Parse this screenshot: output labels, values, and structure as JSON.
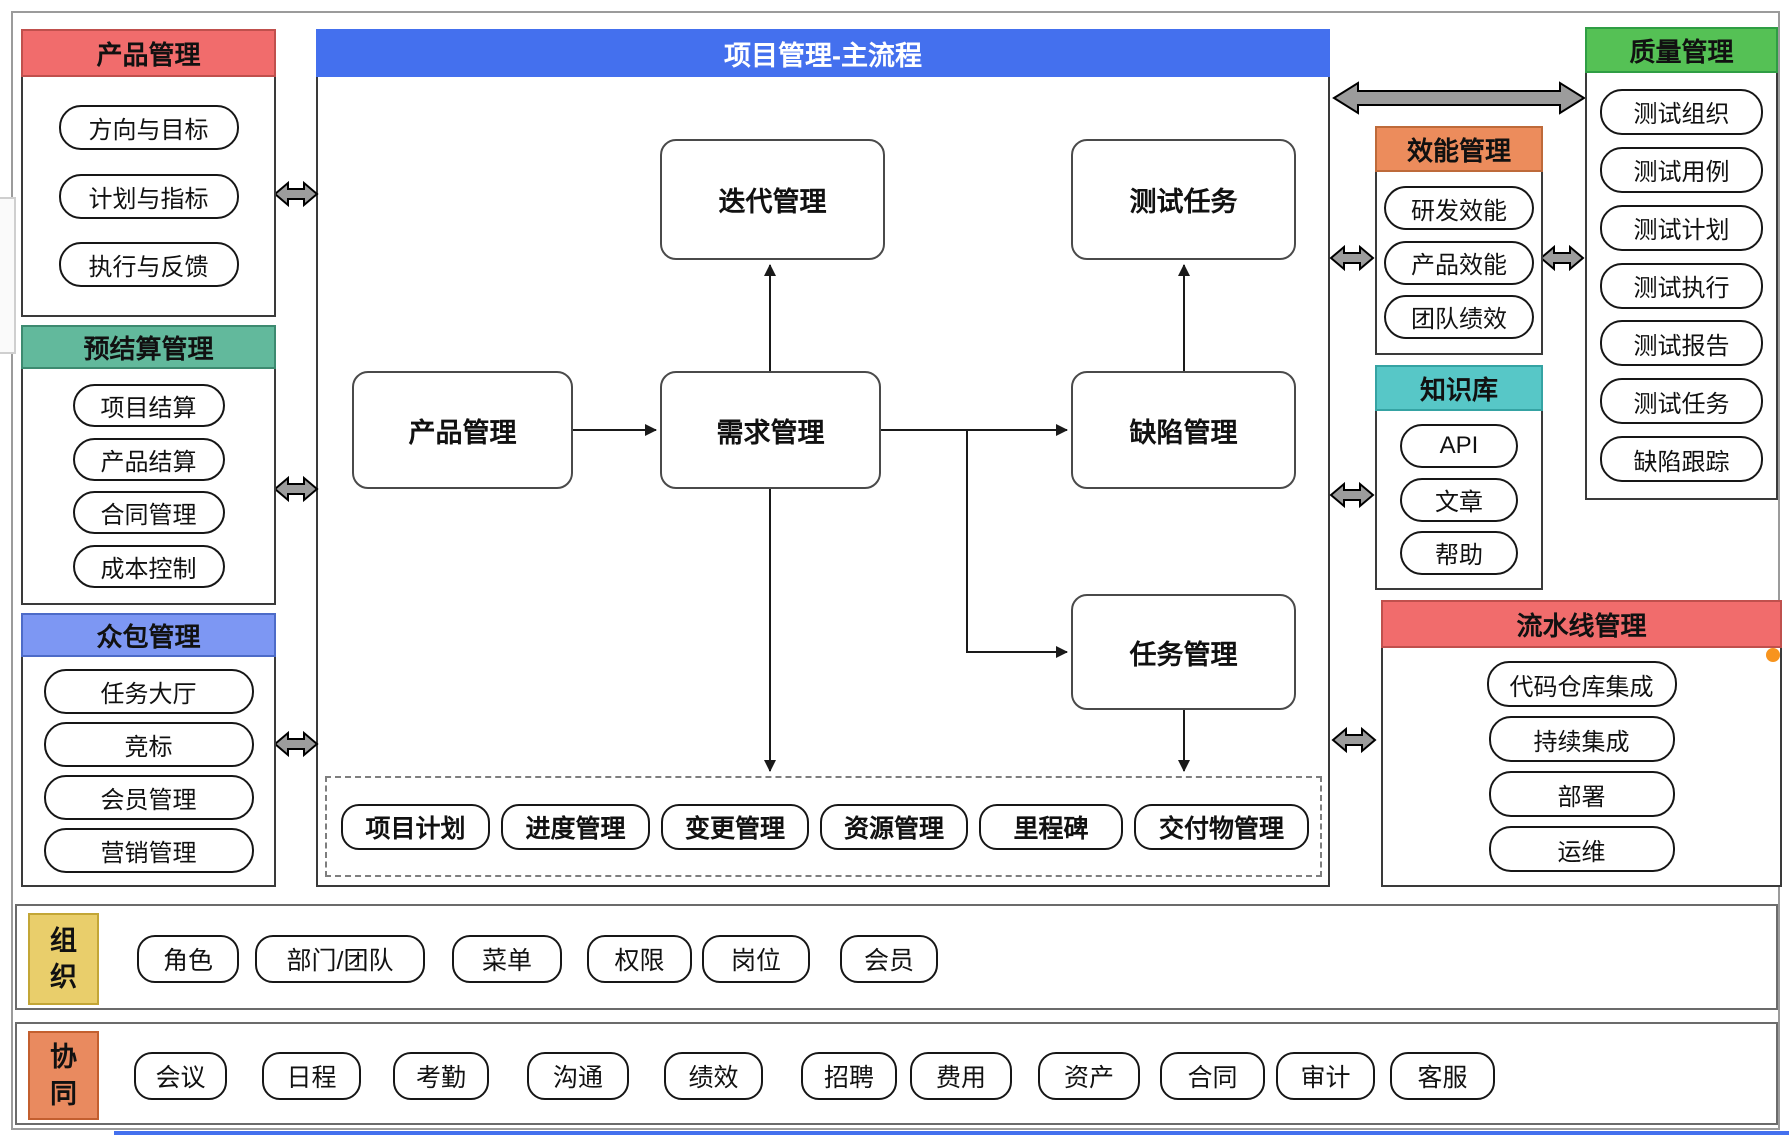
{
  "left_panels": [
    {
      "title": "产品管理",
      "header_color": "#F16C6C",
      "header_border": "#C0504D",
      "items": [
        "方向与目标",
        "计划与指标",
        "执行与反馈"
      ]
    },
    {
      "title": "预结算管理",
      "header_color": "#62B99C",
      "header_border": "#3D8A70",
      "items": [
        "项目结算",
        "产品结算",
        "合同管理",
        "成本控制"
      ]
    },
    {
      "title": "众包管理",
      "header_color": "#7D97F3",
      "header_border": "#4D6BC8",
      "items": [
        "任务大厅",
        "竞标",
        "会员管理",
        "营销管理"
      ]
    }
  ],
  "main_flow": {
    "title": "项目管理-主流程",
    "header_color": "#4470EE",
    "nodes": {
      "iteration": "迭代管理",
      "test_task": "测试任务",
      "product": "产品管理",
      "requirement": "需求管理",
      "defect": "缺陷管理",
      "task": "任务管理"
    },
    "dashed_items": [
      "项目计划",
      "进度管理",
      "变更管理",
      "资源管理",
      "里程碑",
      "交付物管理"
    ]
  },
  "right_panels": [
    {
      "title": "效能管理",
      "header_color": "#EC8C5C",
      "header_border": "#BE6A3A",
      "items": [
        "研发效能",
        "产品效能",
        "团队绩效"
      ]
    },
    {
      "title": "知识库",
      "header_color": "#57C7C7",
      "header_border": "#35A3A3",
      "items": [
        "API",
        "文章",
        "帮助"
      ]
    },
    {
      "title": "流水线管理",
      "header_color": "#F16C6C",
      "header_border": "#C0504D",
      "items": [
        "代码仓库集成",
        "持续集成",
        "部署",
        "运维"
      ]
    },
    {
      "title": "质量管理",
      "header_color": "#55C155",
      "header_border": "#2F9E44",
      "items": [
        "测试组织",
        "测试用例",
        "测试计划",
        "测试执行",
        "测试报告",
        "测试任务",
        "缺陷跟踪"
      ]
    }
  ],
  "bottom_rows": [
    {
      "label": "组织",
      "label_color": "#E9CE6B",
      "items": [
        "角色",
        "部门/团队",
        "菜单",
        "权限",
        "岗位",
        "会员"
      ]
    },
    {
      "label": "协同",
      "label_color": "#E98A5F",
      "items": [
        "会议",
        "日程",
        "考勤",
        "沟通",
        "绩效",
        "招聘",
        "费用",
        "资产",
        "合同",
        "审计",
        "客服"
      ]
    }
  ],
  "colors": {
    "arrow_gray": "#9C9C9C",
    "flow_line": "#1a1a1a",
    "bottom_line_blue": "#4470EE",
    "dot_orange": "#F7941E"
  }
}
